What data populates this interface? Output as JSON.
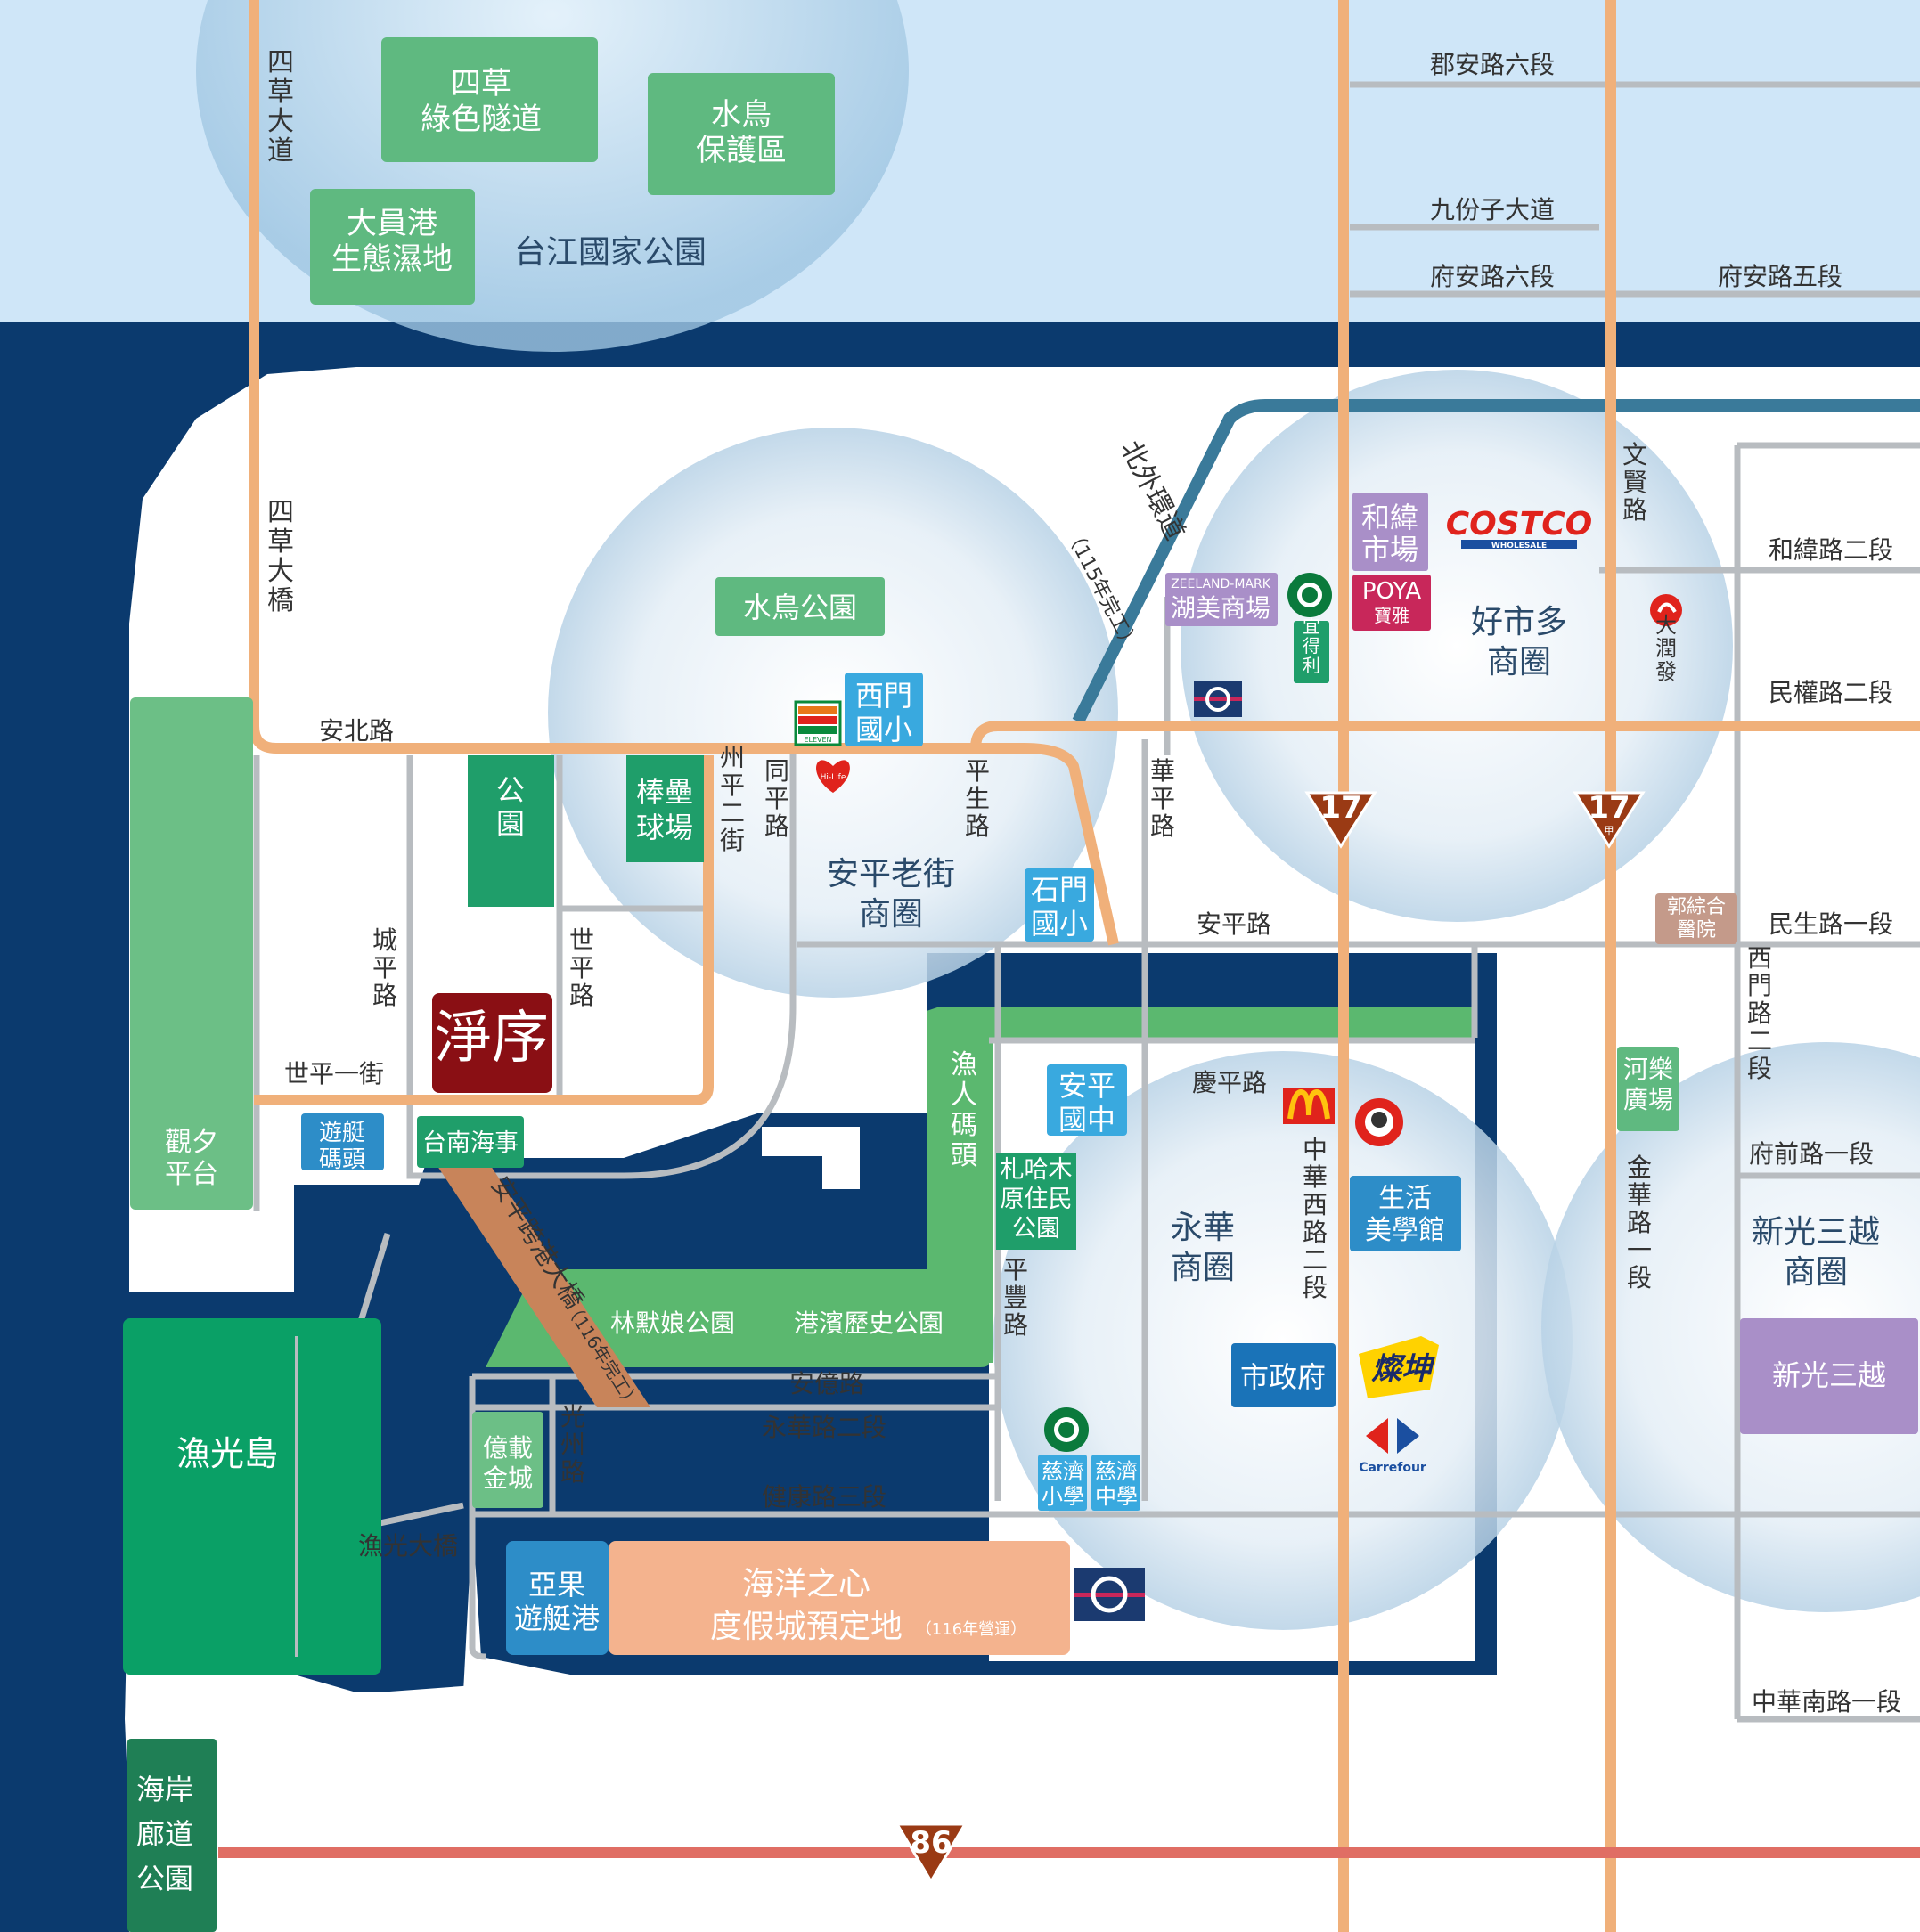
{
  "map": {
    "colors": {
      "water_light": "#cfe6f8",
      "water_dark": "#0b3a6e",
      "road_main": "#f0b07a",
      "road_gray": "#b8bcc0",
      "green_dark": "#1f9e6a",
      "green_light": "#5fb980",
      "light_blue": "#39a9df",
      "orange_pill": "#f4b38e",
      "purple": "#a98fc8",
      "highway86": "#e06e64",
      "ring_road": "#3a7a9a"
    },
    "areas": {
      "sicao_tunnel": "四草\n綠色隧道",
      "bird_reserve": "水鳥\n保護區",
      "dayuan_wetland": "大員港\n生態濕地",
      "taijiang_park": "台江國家公園",
      "bird_park": "水鳥公園",
      "ximen_elem": "西門\n國小",
      "park_label": "公園",
      "baseball": "棒壘\n球場",
      "anping_oldst": "安平老街\n商圈",
      "shimen_elem": "石門\n國小",
      "guanxi": "觀夕\n平台",
      "yacht_dock": "遊艇\n碼頭",
      "tainan_maritime": "台南海事",
      "yuren_wharf": "漁人碼頭",
      "anping_jh": "安平\n國中",
      "zhahamu_park": "札哈木\n原住民\n公園",
      "yonghua_area": "永華\n商圈",
      "lifestyle_hall": "生活\n美學館",
      "city_hall": "市政府",
      "linmoniang_park": "林默娘公園",
      "harbor_history_park": "港濱歷史公園",
      "yizai_jincheng": "億載\n金城",
      "yuguang_island": "漁光島",
      "yuguang_bridge": "漁光大橋",
      "yaguo_marina": "亞果\n遊艇港",
      "ocean_heart": "海洋之心\n度假城預定地",
      "ocean_heart_note": "（116年營運）",
      "coastal_park": "海岸\n廊道\n公園",
      "costco_area": "好市多\n商圈",
      "hewei_market": "和緯\n市場",
      "zeeland_mark": "ZEELAND-MARK",
      "huiemei_mall": "湖美商場",
      "yidekli": "宜得利",
      "poya": "POYA",
      "poya_cn": "寶雅",
      "costco_brand": "COSTCO",
      "costco_sub": "WHOLESALE",
      "darun": "大潤發",
      "guo_hospital": "郭綜合\n醫院",
      "heyue_plaza": "河樂\n廣場",
      "shinkong_area": "新光三越\n商圈",
      "shinkong": "新光三越",
      "cihji_elem": "慈濟\n小學",
      "cihji_mid": "慈濟\n中學",
      "jinstore": "燦坤",
      "carrefour": "Carrefour",
      "seven_eleven": "ELEVEN",
      "hilife": "Hi-Life",
      "jingxu": "淨序"
    },
    "roads": {
      "junan6": "郡安路六段",
      "jiufenzi": "九份子大道",
      "fuan6": "府安路六段",
      "fuan5": "府安路五段",
      "sicao_ave": "四草大道",
      "sicao_bridge": "四草大橋",
      "anbei": "安北路",
      "beiwai_ring": "北外環道",
      "beiwai_note": "（115年完工）",
      "wenxian": "文賢路",
      "hewei2": "和緯路二段",
      "minquan2": "民權路二段",
      "minsheng1": "民生路一段",
      "zhouping2": "州平二街",
      "tongping": "同平路",
      "pingsheng": "平生路",
      "huaping": "華平路",
      "anping": "安平路",
      "chengping": "城平路",
      "shiping": "世平路",
      "shiping1": "世平一街",
      "ximen2": "西門路二段",
      "fuqian1": "府前路一段",
      "qingping": "慶平路",
      "zhonghuaxi2": "中華西路二段",
      "jinhua1": "金華路一段",
      "pingfeng": "平豐路",
      "ande": "安億路",
      "yonghua2": "永華路二段",
      "jiankang3": "健康路三段",
      "guangzhou": "光州路",
      "cross_harbor": "安平跨港大橋",
      "cross_harbor_note": "（116年完工）",
      "zhonghuanan1": "中華南路一段",
      "hw17": "17",
      "hw17a": "17",
      "hw17a_sub": "甲",
      "hw86": "86"
    }
  }
}
